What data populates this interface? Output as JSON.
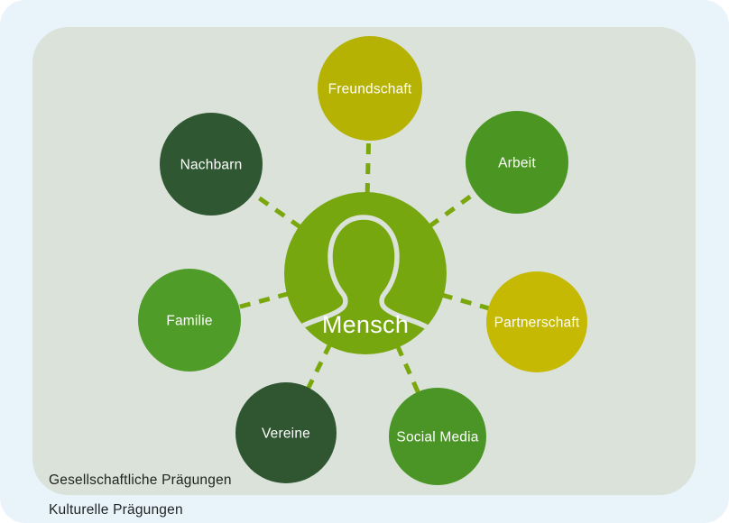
{
  "diagram": {
    "center": {
      "label": "Mensch",
      "color": "#77a70e"
    },
    "connector_color": "#7aa70c",
    "nodes": [
      {
        "label": "Freundschaft",
        "color": "#b6b203"
      },
      {
        "label": "Arbeit",
        "color": "#4b9622"
      },
      {
        "label": "Partnerschaft",
        "color": "#c5b904"
      },
      {
        "label": "Social Media",
        "color": "#4a9526"
      },
      {
        "label": "Vereine",
        "color": "#2f5631"
      },
      {
        "label": "Familie",
        "color": "#509c28"
      },
      {
        "label": "Nachbarn",
        "color": "#2f5732"
      }
    ]
  },
  "labels": {
    "inner_region": "Gesellschaftliche Prägungen",
    "outer_region": "Kulturelle Prägungen"
  }
}
